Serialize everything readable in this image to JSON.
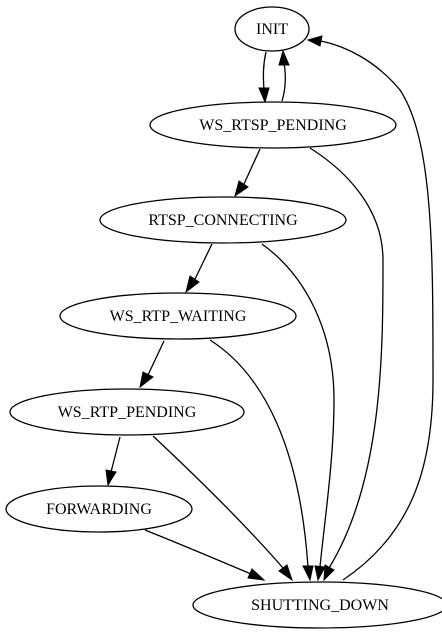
{
  "diagram": {
    "type": "state-machine",
    "nodes": [
      {
        "id": "init",
        "label": "INIT"
      },
      {
        "id": "ws_rtsp_pending",
        "label": "WS_RTSP_PENDING"
      },
      {
        "id": "rtsp_connecting",
        "label": "RTSP_CONNECTING"
      },
      {
        "id": "ws_rtp_waiting",
        "label": "WS_RTP_WAITING"
      },
      {
        "id": "ws_rtp_pending",
        "label": "WS_RTP_PENDING"
      },
      {
        "id": "forwarding",
        "label": "FORWARDING"
      },
      {
        "id": "shutting_down",
        "label": "SHUTTING_DOWN"
      }
    ],
    "edges": [
      {
        "from": "init",
        "to": "ws_rtsp_pending"
      },
      {
        "from": "ws_rtsp_pending",
        "to": "init"
      },
      {
        "from": "ws_rtsp_pending",
        "to": "rtsp_connecting"
      },
      {
        "from": "ws_rtsp_pending",
        "to": "shutting_down"
      },
      {
        "from": "rtsp_connecting",
        "to": "ws_rtp_waiting"
      },
      {
        "from": "rtsp_connecting",
        "to": "shutting_down"
      },
      {
        "from": "ws_rtp_waiting",
        "to": "ws_rtp_pending"
      },
      {
        "from": "ws_rtp_waiting",
        "to": "shutting_down"
      },
      {
        "from": "ws_rtp_pending",
        "to": "forwarding"
      },
      {
        "from": "ws_rtp_pending",
        "to": "shutting_down"
      },
      {
        "from": "forwarding",
        "to": "shutting_down"
      },
      {
        "from": "shutting_down",
        "to": "init"
      }
    ]
  }
}
